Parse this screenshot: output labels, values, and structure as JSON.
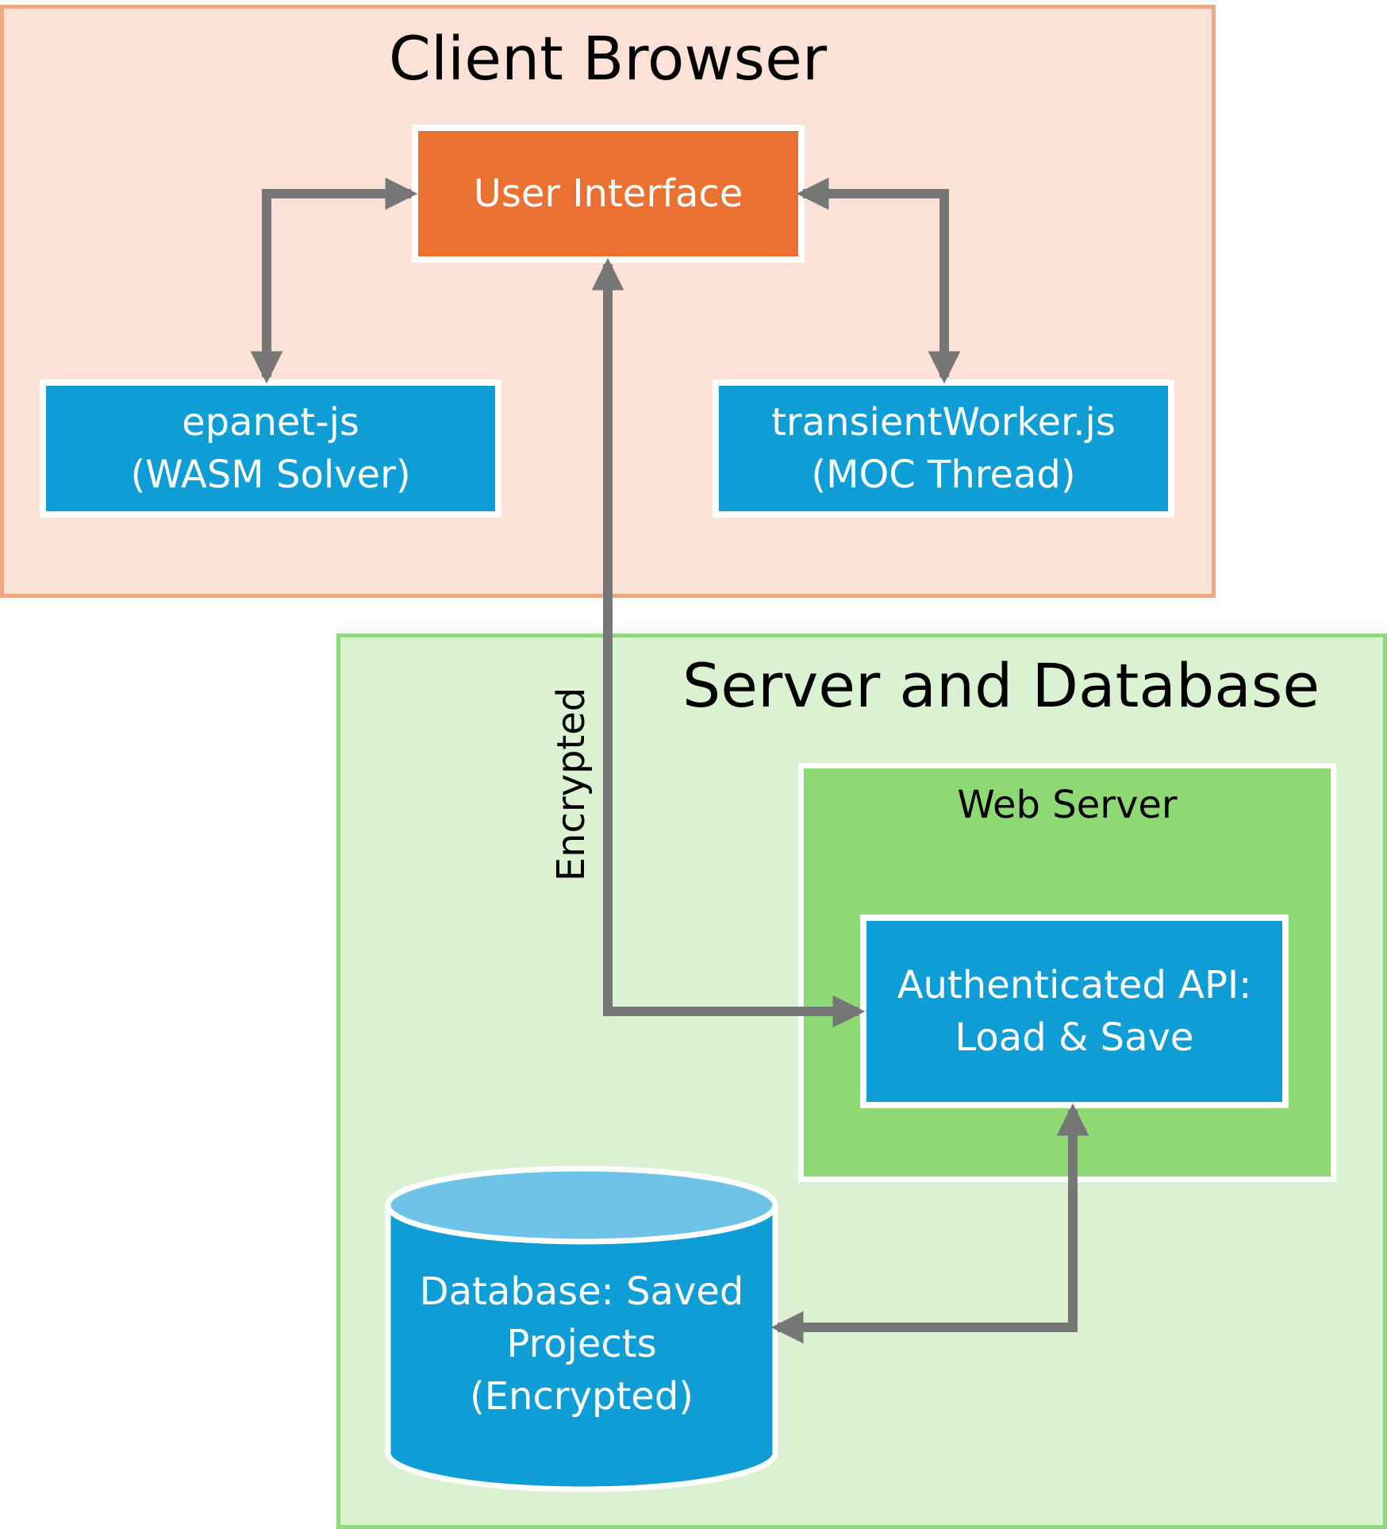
{
  "regions": {
    "client": {
      "title": "Client Browser"
    },
    "server": {
      "title": "Server and Database"
    }
  },
  "web_server": {
    "title": "Web Server"
  },
  "nodes": {
    "user_interface": {
      "label": "User Interface"
    },
    "epanet": {
      "line1": "epanet-js",
      "line2": "(WASM Solver)"
    },
    "transient_worker": {
      "line1": "transientWorker.js",
      "line2": "(MOC Thread)"
    },
    "api": {
      "line1": "Authenticated API:",
      "line2": "Load & Save"
    },
    "database": {
      "line1": "Database: Saved",
      "line2": "Projects",
      "line3": "(Encrypted)"
    }
  },
  "edges": {
    "ui_api_label": "Encrypted"
  },
  "colors": {
    "client_fill": "#fce2d6",
    "client_border": "#f0a882",
    "server_fill": "#daf2d1",
    "server_border": "#8fd87a",
    "web_server_fill": "#8fd975",
    "ui_fill": "#e97232",
    "component_fill": "#0f9dd6",
    "db_top_fill": "#6ec3e6",
    "arrow": "#767676"
  }
}
